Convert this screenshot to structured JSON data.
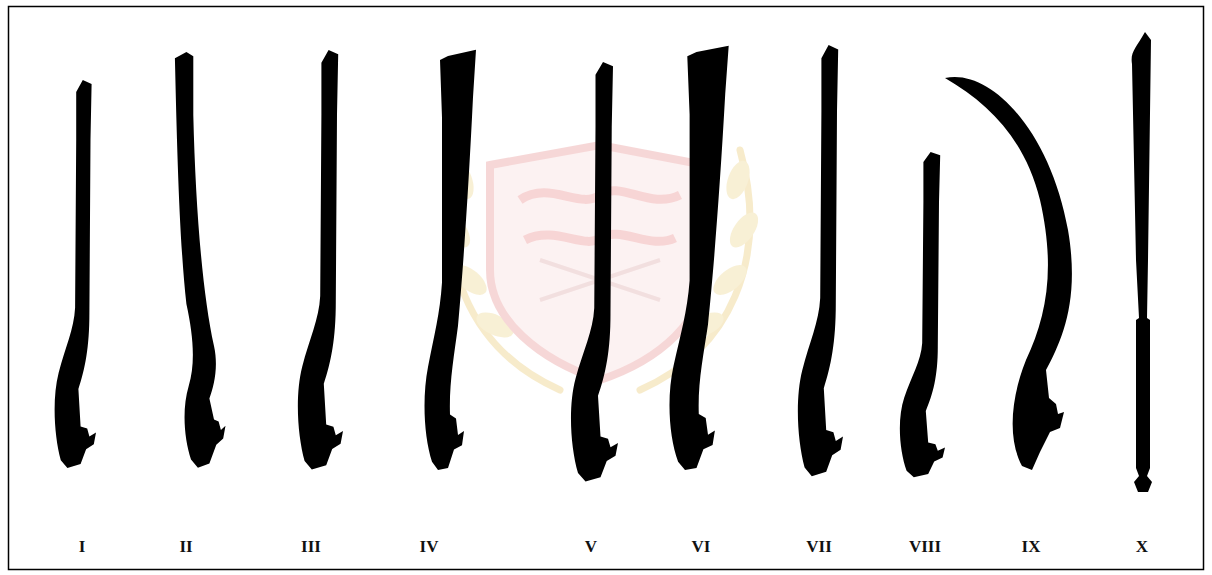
{
  "diagram": {
    "labels": [
      "I",
      "II",
      "III",
      "IV",
      "V",
      "VI",
      "VII",
      "VIII",
      "IX",
      "X"
    ]
  }
}
